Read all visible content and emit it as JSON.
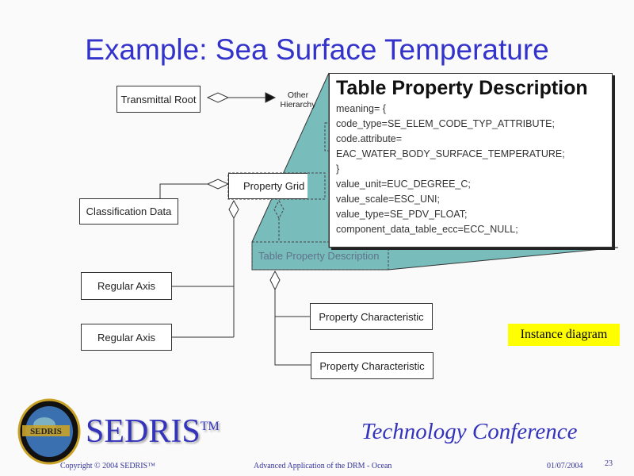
{
  "title": "Example: Sea Surface Temperature",
  "diagram": {
    "transmittal_root": "Transmittal Root",
    "other_hierarchy": "Other Hierarchy",
    "property_grid": "Property Grid",
    "classification_data": "Classification Data",
    "regular_axis_1": "Regular Axis",
    "regular_axis_2": "Regular Axis",
    "table_property_description": "Table Property Description",
    "property_characteristic_1": "Property Characteristic",
    "property_characteristic_2": "Property Characteristic"
  },
  "popup": {
    "title": "Table Property Description",
    "lines": [
      "meaning= {",
      "code_type=SE_ELEM_CODE_TYP_ATTRIBUTE;",
      "code.attribute=",
      "EAC_WATER_BODY_SURFACE_TEMPERATURE;",
      "}",
      "value_unit=EUC_DEGREE_C;",
      "value_scale=ESC_UNI;",
      "value_type=SE_PDV_FLOAT;",
      "component_data_table_ecc=ECC_NULL;"
    ]
  },
  "instance_label": "Instance diagram",
  "footer": {
    "brand": "SEDRIS",
    "tm": "TM",
    "logo_text": "SEDRIS",
    "conference": "Technology Conference",
    "copyright": "Copyright © 2004 SEDRIS™",
    "subject": "Advanced Application of the DRM - Ocean",
    "date": "01/07/2004",
    "page": "23"
  }
}
